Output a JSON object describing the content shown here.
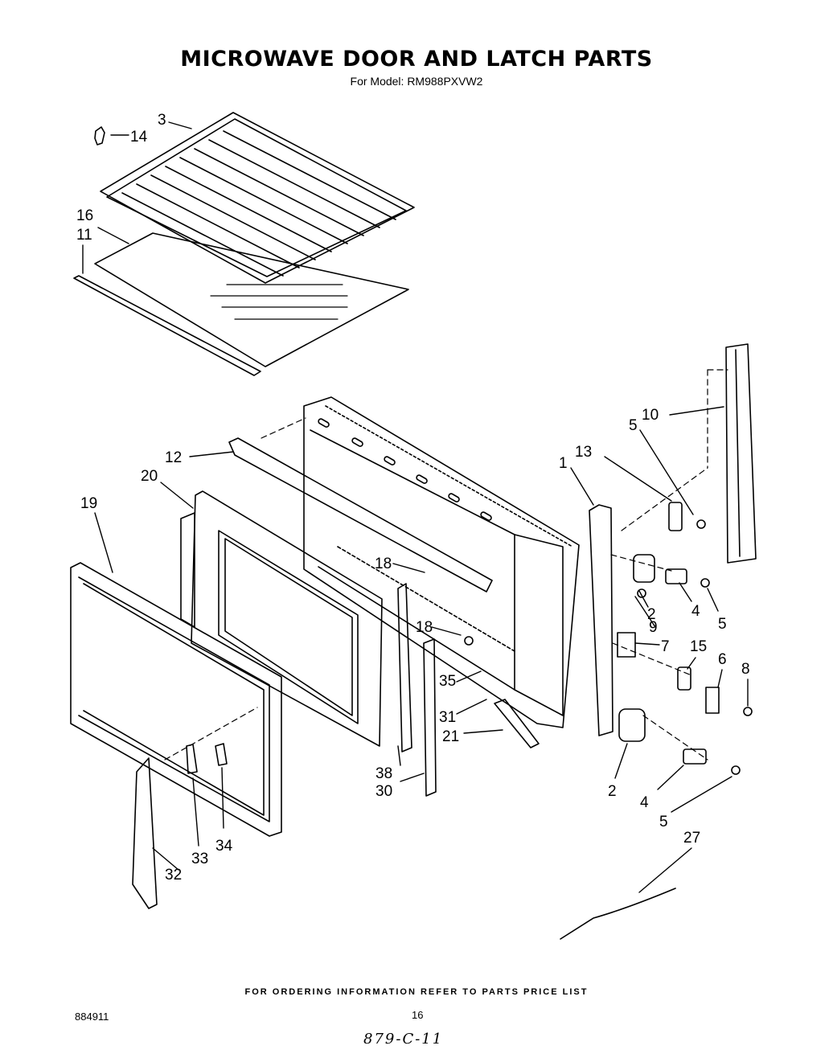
{
  "title": "MICROWAVE DOOR AND LATCH PARTS",
  "subtitle": "For Model: RM988PXVW2",
  "footer_note": "FOR ORDERING INFORMATION REFER TO PARTS PRICE LIST",
  "doc_id": "884911",
  "page_number": "16",
  "handwritten_note": "879-C-11",
  "callouts": {
    "c1": "1",
    "c2a": "2",
    "c2b": "2",
    "c3": "3",
    "c4a": "4",
    "c4b": "4",
    "c5a": "5",
    "c5b": "5",
    "c5c": "5",
    "c6": "6",
    "c7": "7",
    "c8": "8",
    "c9": "9",
    "c10": "10",
    "c11": "11",
    "c12": "12",
    "c13": "13",
    "c14": "14",
    "c15": "15",
    "c16": "16",
    "c18a": "18",
    "c18b": "18",
    "c19": "19",
    "c20": "20",
    "c21": "21",
    "c27": "27",
    "c30": "30",
    "c31": "31",
    "c32": "32",
    "c33": "33",
    "c34": "34",
    "c35": "35",
    "c38": "38"
  }
}
